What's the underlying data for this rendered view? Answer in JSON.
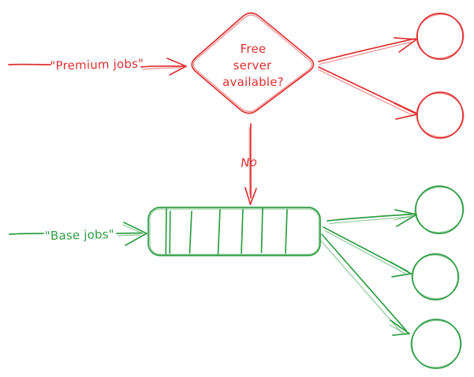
{
  "diagram": {
    "type": "flowchart",
    "style": "hand-drawn",
    "premium_flow": {
      "color": "#e03131",
      "input_label": "\"Premium jobs\"",
      "decision_node": {
        "shape": "diamond",
        "label_line1": "Free",
        "label_line2": "server",
        "label_line3": "available?"
      },
      "no_branch_label": "No",
      "server_node_count": 2
    },
    "base_flow": {
      "color": "#2f9e44",
      "input_label": "\"Base jobs\"",
      "queue_node": {
        "shape": "queue",
        "divider_count": 7
      },
      "server_node_count": 3
    }
  },
  "colors": {
    "red": "#e03131",
    "green": "#2f9e44",
    "background": "#ffffff"
  }
}
